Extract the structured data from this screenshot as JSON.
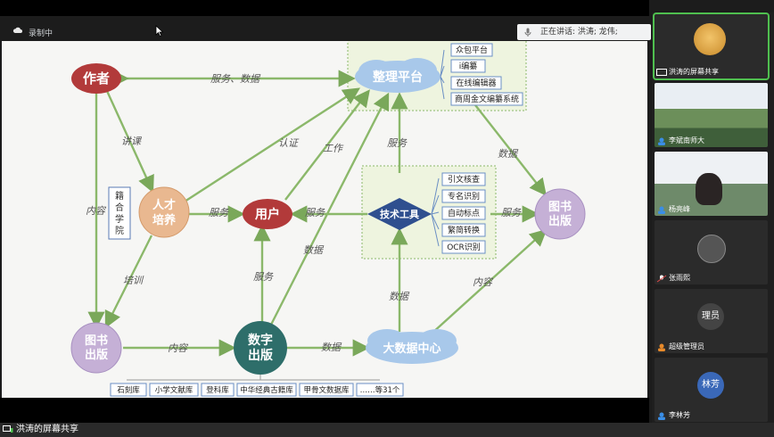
{
  "recording": {
    "label": "录制中"
  },
  "speaker": {
    "label": "正在讲话: 洪涛; 龙伟;"
  },
  "diagram": {
    "nodes": {
      "author": "作者",
      "talent": [
        "人才",
        "培养"
      ],
      "user": "用户",
      "platform": "整理平台",
      "tools": "技术工具",
      "book_pub_right": [
        "图书",
        "出版"
      ],
      "book_pub_left": [
        "图书",
        "出版"
      ],
      "digital_pub": [
        "数字",
        "出版"
      ],
      "bigdata": "大数据中心",
      "academy": [
        "籍",
        "合",
        "学",
        "院"
      ]
    },
    "platform_items": [
      "众包平台",
      "i编纂",
      "在线编辑器",
      "商周金文编纂系统"
    ],
    "tool_items": [
      "引文核查",
      "专名识别",
      "自动标点",
      "繁简转换",
      "OCR识别"
    ],
    "databases": [
      "石刻库",
      "小学文献库",
      "登科库",
      "中华经典古籍库",
      "甲骨文数据库",
      "……等31个"
    ],
    "edges": {
      "author_platform": "服务、数据",
      "author_talent": "讲课",
      "author_bookpub": "内容",
      "talent_platform": "认证",
      "user_platform": "工作",
      "tools_platform": "服务",
      "talent_user": "服务",
      "tools_user": "服务",
      "tools_bookpub": "服务",
      "platform_bookpub": "数据",
      "talent_bookpub": "培训",
      "digital_platform": "数据",
      "digital_user": "服务",
      "bookpub_digital": "内容",
      "digital_bigdata": "数据",
      "bigdata_tools": "数据",
      "bigdata_bookpub": "内容"
    }
  },
  "participants": [
    {
      "name": "洪涛的屏幕共享",
      "active": true
    },
    {
      "name": "李斌南师大",
      "active": false
    },
    {
      "name": "杨亮峰",
      "active": false
    },
    {
      "name": "张雨熙",
      "active": false
    },
    {
      "name": "超级管理员",
      "active": false,
      "avatar_text": "理员"
    },
    {
      "name": "李林芳",
      "active": false,
      "avatar_text": "林芳"
    }
  ],
  "bottom": {
    "share_label": "洪涛的屏幕共享"
  },
  "colors": {
    "author": "#b23a3a",
    "talent": "#e9b890",
    "user": "#b23a3a",
    "platform": "#a8c8ea",
    "tools": "#2f4f8f",
    "book_pub": "#c5b0d6",
    "digital_pub": "#2e6e6a",
    "edge": "#8bb86a",
    "active_outline": "#4fbf4f"
  }
}
